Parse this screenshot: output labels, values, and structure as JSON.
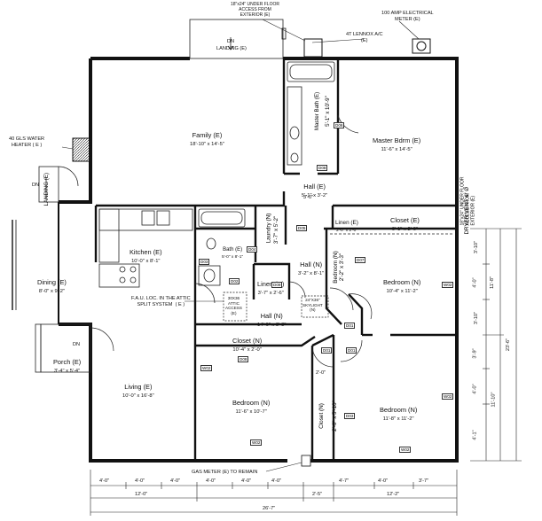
{
  "rooms": {
    "family": {
      "name": "Family (E)",
      "size": "18'-10\" x 14'-5\""
    },
    "master_bath": {
      "name": "Master Bath (E)",
      "size": "5'-1\" x 10'-9\""
    },
    "master_bdrm": {
      "name": "Master Bdrm (E)",
      "size": "11'-6\" x 14'-5\""
    },
    "hall_e": {
      "name": "Hall (E)",
      "size": "5'-1\" x 3'-2\""
    },
    "linen_e": {
      "name": "Linen (E)",
      "size": "3'-0\" x 2'-0\""
    },
    "closet_e": {
      "name": "Closet (E)",
      "size": "9'-1\" x 2'-0\""
    },
    "kitchen": {
      "name": "Kitchen (E)",
      "size": "10'-0\" x 8'-1\""
    },
    "bath": {
      "name": "Bath (E)",
      "size": "5'-0\" x 8'-1\""
    },
    "laundry": {
      "name": "Laundry (N)",
      "size": "3'-7\" x 5'-2\""
    },
    "hall_n_top": {
      "name": "Hall (N)",
      "size": "3'-2\" x 8'-1\""
    },
    "bedroom_n_top": {
      "name": "Bedroom (N)",
      "size": "10'-4\" x 11'-2\""
    },
    "bedroom_n_closet": {
      "name": "Bedroom (N)",
      "size": "2'-2\" x 3'-3\""
    },
    "dining": {
      "name": "Dining (E)",
      "size": "8'-0\" x 9'-2\""
    },
    "linen_n": {
      "name": "Linen (N)",
      "size": "3'-7\" x 2'-6\""
    },
    "hall_n_center": {
      "name": "Hall (N)",
      "size": "14'-6\" x 3'-3\""
    },
    "closet_n_left": {
      "name": "Closet (N)",
      "size": "10'-4\" x 2'-0\""
    },
    "porch": {
      "name": "Porch (E)",
      "size": "3'-4\" x 5'-4\""
    },
    "living": {
      "name": "Living (E)",
      "size": "10'-0\" x 16'-8\""
    },
    "bedroom_n_left": {
      "name": "Bedroom (N)",
      "size": "11'-6\" x 10'-7\""
    },
    "closet_n_vert": {
      "name": "Closet (N)",
      "size": "2'-0\" x 5'-10\""
    },
    "bedroom_n_right": {
      "name": "Bedroom (N)",
      "size": "11'-8\" x 11'-2\""
    }
  },
  "notes": {
    "underfloor_top": "18\"x24\" UNDER FLOOR\nACCESS FROM\nEXTERIOR (E)",
    "electrical_meter": "100 AMP ELECTRICAL\nMETER (E)",
    "lennox": "4T LENNOX A/C\n(E)",
    "water_heater": "40 GLS WATER\nHEATER ( E )",
    "dn_top": "DN",
    "landing_top": "LANDING (E)",
    "dn_left": "DN",
    "landing_left": "LANDING (E)",
    "fau": "F.A.U. LOC. IN THE ATTIC\nSPLIT SYSTEM  ( E )",
    "attic_access": "30X36\nATTIC\nACCESS\n(E)",
    "skylight": "24\"X36\"\nSKYLIGHT\n(N)",
    "dn_porch": "DN",
    "gas_meter": "GAS METER  (E) TO REMAIN",
    "dryer_vent": "DRYER VENT 4\" Ø",
    "underfloor_right": "18\"x24\" UNDER FLOOR\nACCESS FROM\nEXTERIOR (E)",
    "dim_3_0": "3'-0\"",
    "dim_2_0": "2'-0\"",
    "closet_v_label": "Closet (N)"
  },
  "tags": {
    "d06": "D06",
    "d08_top": "D08",
    "d05": "D05",
    "d03": "D03",
    "d04": "D04",
    "d07": "D07",
    "d02": "D02",
    "d01a": "D01",
    "d01b": "D01",
    "d01c": "D01",
    "d08_mid": "D08",
    "d09": "D09",
    "d03b": "D03",
    "w01": "W02",
    "w02": "W02",
    "w03": "W02",
    "w04": "W02",
    "w05": "W02"
  },
  "dimensions": {
    "bottom_row1": [
      "4'-0\"",
      "4'-0\"",
      "4'-0\"",
      "4'-7\"",
      "4'-0\"",
      "3'-7\""
    ],
    "bottom_row2": [
      "12'-0\"",
      "2'-5\"",
      "12'-2\""
    ],
    "bottom_total": "26'-7\"",
    "right_col1": [
      "3'-10\"",
      "4'-0\"",
      "3'-10\"",
      "3'-9\"",
      "4'-0\"",
      "4'-1\""
    ],
    "right_col2": [
      "11'-8\"",
      "11'-10\""
    ],
    "right_total": "23'-6\""
  }
}
